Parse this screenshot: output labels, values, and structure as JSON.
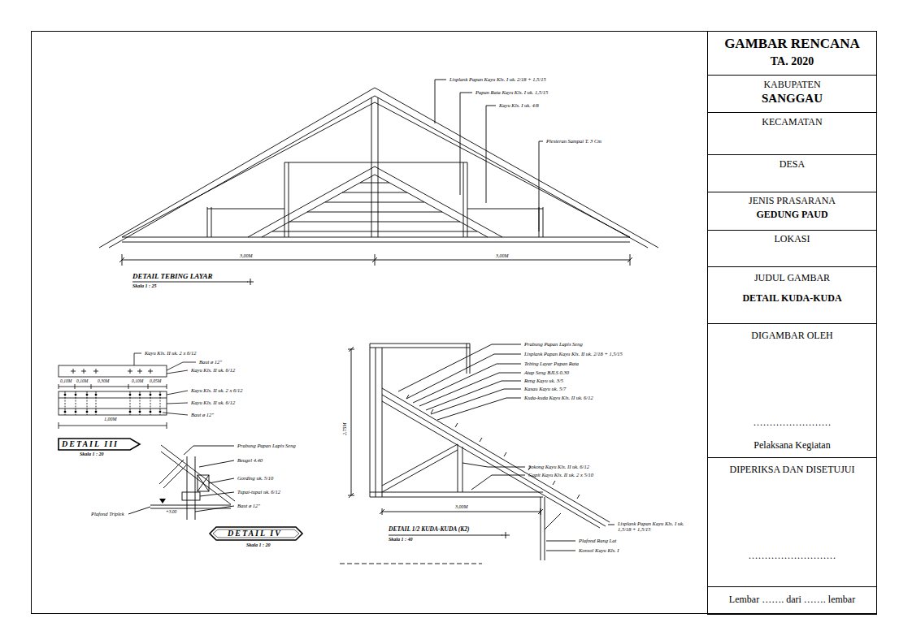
{
  "diagram": {
    "nodes": [
      {
        "text": [
          "GAMBAR RENCANA",
          "TA. 2020"
        ]
      },
      {
        "text": [
          "KABUPATEN",
          "SANGGAU"
        ]
      },
      {
        "text": [
          "KECAMATAN"
        ]
      },
      {
        "text": [
          "DESA"
        ]
      },
      {
        "text": [
          "JENIS PRASARANA",
          "GEDUNG PAUD"
        ]
      },
      {
        "text": [
          "LOKASI"
        ]
      },
      {
        "text": [
          "JUDUL GAMBAR",
          "DETAIL KUDA-KUDA"
        ]
      },
      {
        "text": [
          "DIGAMBAR OLEH",
          "……………………",
          "Pelaksana Kegiatan"
        ]
      },
      {
        "text": [
          "DIPERIKSA DAN DISETUJUI",
          "………………………"
        ]
      },
      {
        "text": [
          "Lembar ……. dari ……. lembar"
        ]
      }
    ],
    "labels": [
      "Lisplank Papan Kayu Kls. I uk. 2/18 + 1,5/15",
      "Papan Rata Kayu Kls. I uk. 1,5/15",
      "Kayu Kls. I uk. 4/8",
      "Plesteran Sampai T. 3 Cm",
      "3,00M",
      "3,00M",
      "DETAIL TEBING LAYAR",
      "Skala 1 : 25",
      "Kayu Kls. II uk. 2 x 6/12",
      "Baut ø 12\"",
      "Kayu Kls. II uk. 6/12",
      "0,10M",
      "0,10M",
      "0,30M",
      "0,10M",
      "0,05M",
      "Kayu Kls. II uk. 2 x 6/12",
      "Kayu Kls. II uk. 6/12",
      "Baut ø 12\"",
      "1,00M",
      "DETAIL III",
      "Skala 1 : 20",
      "Prabung Papan Lapis Seng",
      "Beugel 4.40",
      "Gording uk. 5/10",
      "Tupai-tupai uk. 6/12",
      "Baut ø 12\"",
      "Plafond Triplek",
      "+3.00",
      "DETAIL IV",
      "Skala 1 : 20",
      "Prabung Papan Lapis Seng",
      "Lisplank Papan Kayu Kls. II uk. 2/18 + 1,5/15",
      "Tebing Layar Papan Rata",
      "Atap Seng BJLS 0.30",
      "Reng Kayu uk. 3/5",
      "Kasau Kayu uk. 5/7",
      "Kuda-kuda Kayu Kls. II uk. 6/12",
      "Sokong Kayu Kls. II uk. 6/12",
      "Gapit Kayu Kls. II uk. 2 x 5/10",
      "Lisplank Papan Kayu Kls. I uk. 1,5/18 + 1,5/15",
      "Plafond Rang Lat",
      "Konsol Kayu Kls. I",
      "2,75M",
      "3,00M",
      "DETAIL 1/2 KUDA-KUDA (K2)",
      "Skala 1 : 40"
    ]
  }
}
